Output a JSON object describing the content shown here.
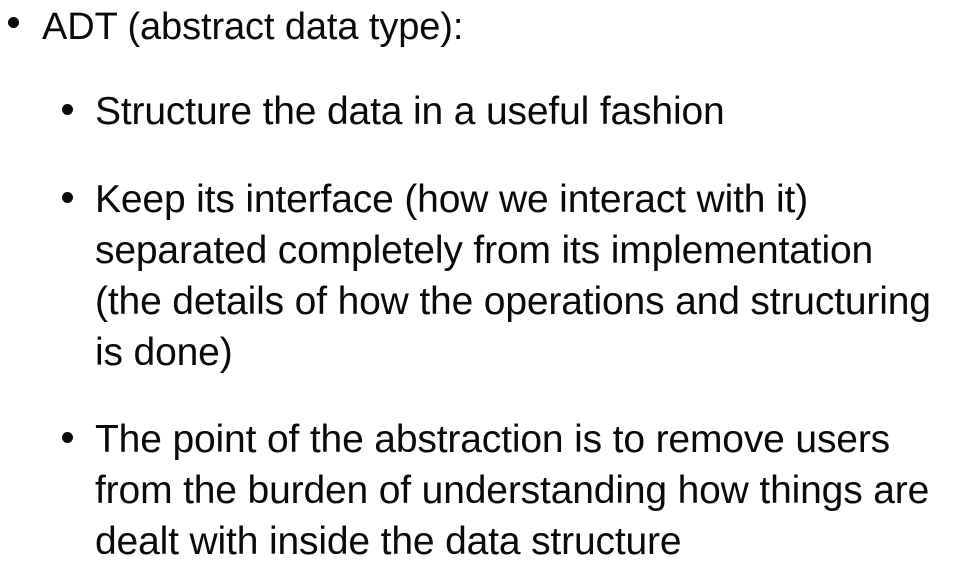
{
  "slide": {
    "background_color": "#ffffff",
    "text_color": "#0a0a0a",
    "bullet_glyph": "filled-round-bullet",
    "blocks": [
      {
        "level": 1,
        "text": "ADT (abstract data type):"
      },
      {
        "level": 2,
        "text": "Structure the data in a useful fashion"
      },
      {
        "level": 2,
        "text": "Keep its interface (how we interact with it)\nseparated completely from its implementation\n(the details of how the operations and structuring\nis done)"
      },
      {
        "level": 2,
        "text": "The point of the abstraction is to remove users\nfrom the burden of understanding how things are\ndealt with inside the data structure"
      }
    ]
  }
}
